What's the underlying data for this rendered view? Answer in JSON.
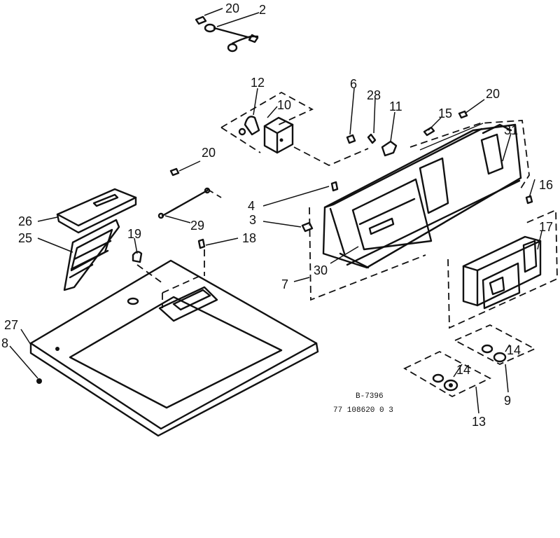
{
  "diagram": {
    "callouts": {
      "p20a": "20",
      "p2": "2",
      "p12": "12",
      "p10": "10",
      "p6": "6",
      "p28": "28",
      "p11": "11",
      "p15": "15",
      "p20b": "20",
      "p31": "31",
      "p20c": "20",
      "p16": "16",
      "p17": "17",
      "p4": "4",
      "p3": "3",
      "p18": "18",
      "p29": "29",
      "p26": "26",
      "p25": "25",
      "p19": "19",
      "p30": "30",
      "p7": "7",
      "p27": "27",
      "p8": "8",
      "p14a": "14",
      "p14b": "14",
      "p9": "9",
      "p13": "13"
    },
    "drawing_code": "B-7396",
    "part_code": "77 108620 0 3"
  }
}
